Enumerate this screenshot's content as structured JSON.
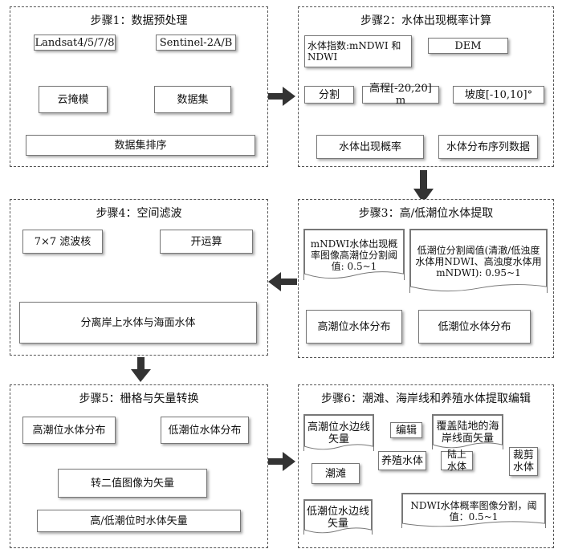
{
  "panels": {
    "p1": {
      "title": "步骤1：数据预处理",
      "landsat": "Landsat4/5/7/8",
      "sentinel": "Sentinel-2A/B",
      "cloud": "云掩模",
      "dataset": "数据集",
      "sort": "数据集排序"
    },
    "p2": {
      "title": "步骤2：水体出现概率计算",
      "index": "水体指数:mNDWI 和NDWI",
      "dem": "DEM",
      "split": "分割",
      "elev": "高程[-20,20] m",
      "slope": "坡度[-10,10]°",
      "prob": "水体出现概率",
      "seq": "水体分布序列数据"
    },
    "p3": {
      "title": "步骤3：高/低潮位水体提取",
      "high_thr": "mNDWI水体出现概率图像高潮位分割阈值: 0.5~1",
      "low_thr": "低潮位分割阈值(清澈/低浊度水体用NDWI、高浊度水体用mNDWI): 0.95~1",
      "high_dist": "高潮位水体分布",
      "low_dist": "低潮位水体分布"
    },
    "p4": {
      "title": "步骤4：空间滤波",
      "filter": "7×7 滤波核",
      "open": "开运算",
      "separate": "分离岸上水体与海面水体"
    },
    "p5": {
      "title": "步骤5：栅格与矢量转换",
      "high_dist": "高潮位水体分布",
      "low_dist": "低潮位水体分布",
      "convert": "转二值图像为矢量",
      "vector": "高/低潮位时水体矢量"
    },
    "p6": {
      "title": "步骤6：潮滩、海岸线和养殖水体提取编辑",
      "high_line": "高潮位水边线矢量",
      "edit": "编辑",
      "coast": "覆盖陆地的海岸线面矢量",
      "tidal": "潮滩",
      "clip": "裁剪水体",
      "aqua": "养殖水体",
      "land": "陆上水体",
      "low_line": "低潮位水边线矢量",
      "ndwi": "NDWI水体概率图像分割，阈值：0.5~1"
    }
  },
  "colors": {
    "border": "#555555",
    "arrow": "#333333",
    "line": "#444444"
  }
}
